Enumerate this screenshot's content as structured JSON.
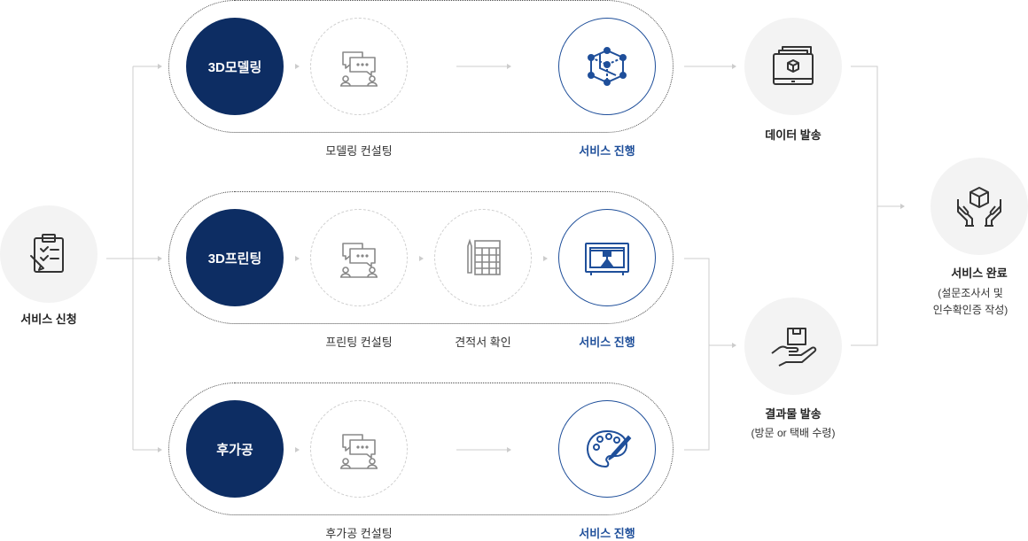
{
  "start": {
    "label": "서비스 신청",
    "icon": "clipboard-pen-icon"
  },
  "rows": [
    {
      "title": "3D모델링",
      "steps": [
        {
          "label": "모델링 컨설팅",
          "icon": "consulting-icon"
        },
        {
          "label": "서비스 진행",
          "icon": "3d-cube-icon"
        }
      ]
    },
    {
      "title": "3D프린팅",
      "steps": [
        {
          "label": "프린팅 컨설팅",
          "icon": "consulting-icon"
        },
        {
          "label": "견적서 확인",
          "icon": "estimate-icon"
        },
        {
          "label": "서비스 진행",
          "icon": "3d-printer-icon"
        }
      ]
    },
    {
      "title": "후가공",
      "steps": [
        {
          "label": "후가공 컨설팅",
          "icon": "consulting-icon"
        },
        {
          "label": "서비스 진행",
          "icon": "palette-brush-icon"
        }
      ]
    }
  ],
  "outputs": {
    "data": {
      "label": "데이터 발송",
      "icon": "tablet-cube-icon"
    },
    "result": {
      "label": "결과물 발송",
      "sub": "(방문 or 택배 수령)",
      "icon": "hand-box-icon"
    }
  },
  "end": {
    "label": "서비스 완료",
    "sub1": "(설문조사서 및",
    "sub2": "인수확인증 작성)",
    "icon": "hands-cube-icon"
  },
  "colors": {
    "navy": "#0d2d63",
    "blue": "#1f4f9a",
    "gray_circle": "#f3f3f3",
    "line": "#cccccc"
  }
}
